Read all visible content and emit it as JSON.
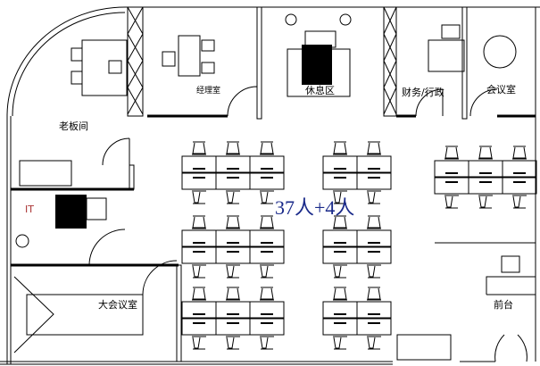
{
  "rooms": {
    "boss": "老板间",
    "manager": "经理室",
    "lounge": "休息区",
    "finance": "财务/行政",
    "meeting": "会议室",
    "it": "IT",
    "headcount": "37人+4人",
    "big_meeting": "大会议室",
    "reception": "前台"
  },
  "desk_clusters": [
    {
      "name": "cluster-a1",
      "cols": 3
    },
    {
      "name": "cluster-a2",
      "cols": 3
    },
    {
      "name": "cluster-a3",
      "cols": 3
    },
    {
      "name": "cluster-b1",
      "cols": 2
    },
    {
      "name": "cluster-b2",
      "cols": 2
    },
    {
      "name": "cluster-b3",
      "cols": 2
    },
    {
      "name": "cluster-c1",
      "cols": 3
    }
  ],
  "colors": {
    "wall": "#000000",
    "headcount": "#1a2a8a"
  }
}
